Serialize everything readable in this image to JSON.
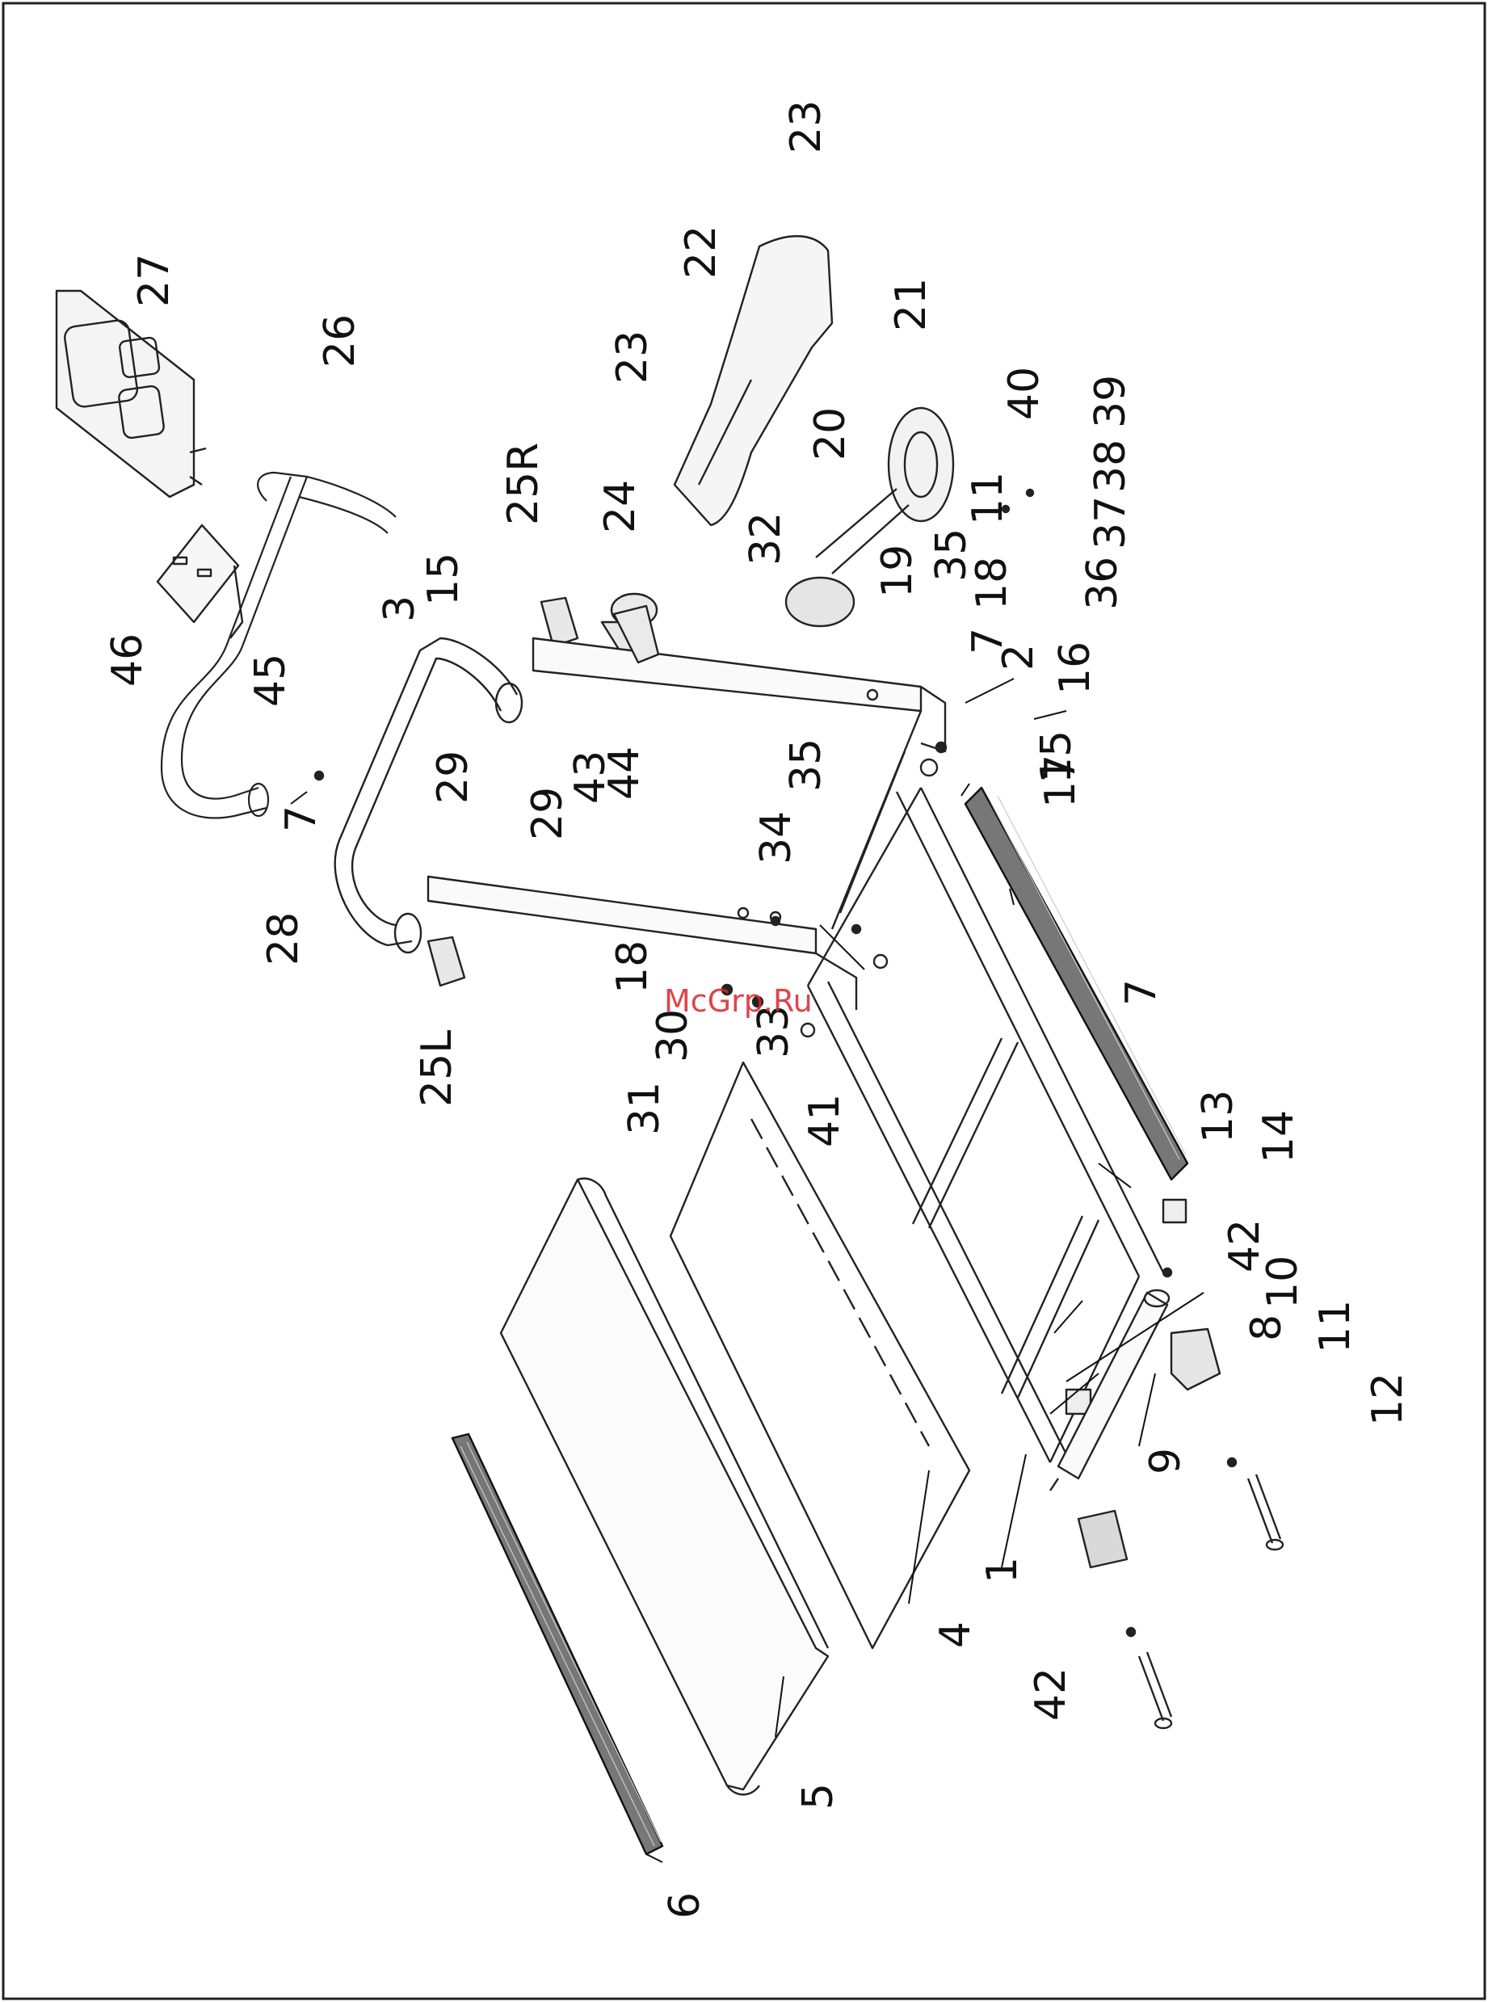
{
  "watermark": "McGrp.Ru",
  "part_labels": {
    "p1": "1",
    "p2": "2",
    "p3": "3",
    "p4": "4",
    "p5": "5",
    "p6": "6",
    "p7a": "7",
    "p7b": "7",
    "p7c": "7",
    "p8": "8",
    "p9": "9",
    "p10": "10",
    "p11a": "11",
    "p11b": "11",
    "p12": "12",
    "p13": "13",
    "p14": "14",
    "p15a": "15",
    "p15b": "15",
    "p16": "16",
    "p17": "17",
    "p18a": "18",
    "p18b": "18",
    "p19": "19",
    "p20": "20",
    "p21": "21",
    "p22": "22",
    "p23a": "23",
    "p23b": "23",
    "p24": "24",
    "p25L": "25L",
    "p25R": "25R",
    "p26": "26",
    "p27": "27",
    "p28": "28",
    "p29a": "29",
    "p29b": "29",
    "p30": "30",
    "p31": "31",
    "p32": "32",
    "p33": "33",
    "p34": "34",
    "p35a": "35",
    "p35b": "35",
    "p36": "36",
    "p37": "37",
    "p38": "38",
    "p39": "39",
    "p40": "40",
    "p41": "41",
    "p42a": "42",
    "p42b": "42",
    "p43": "43",
    "p44": "44",
    "p45": "45",
    "p46": "46"
  }
}
